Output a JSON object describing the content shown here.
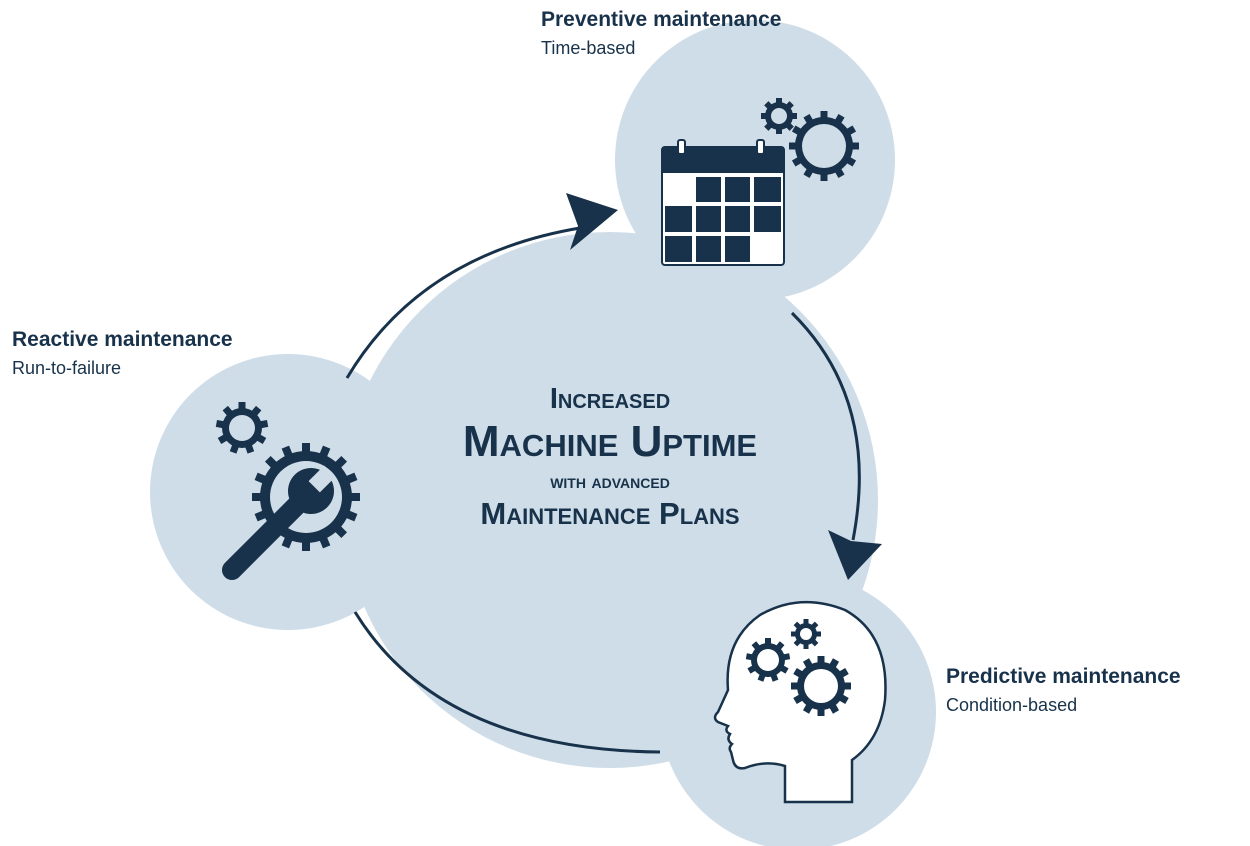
{
  "center_title": {
    "line1": "Increased",
    "line2": "Machine Uptime",
    "line3": "with advanced",
    "line4": "Maintenance Plans"
  },
  "nodes": {
    "reactive": {
      "title": "Reactive maintenance",
      "subtitle": "Run-to-failure",
      "icon": "wrench-gears-icon"
    },
    "preventive": {
      "title": "Preventive maintenance",
      "subtitle": "Time-based",
      "icon": "calendar-gears-icon"
    },
    "predictive": {
      "title": "Predictive maintenance",
      "subtitle": "Condition-based",
      "icon": "head-gears-icon"
    }
  },
  "colors": {
    "circle_fill": "#cfdde8",
    "dark": "#17324a",
    "background": "#ffffff"
  }
}
